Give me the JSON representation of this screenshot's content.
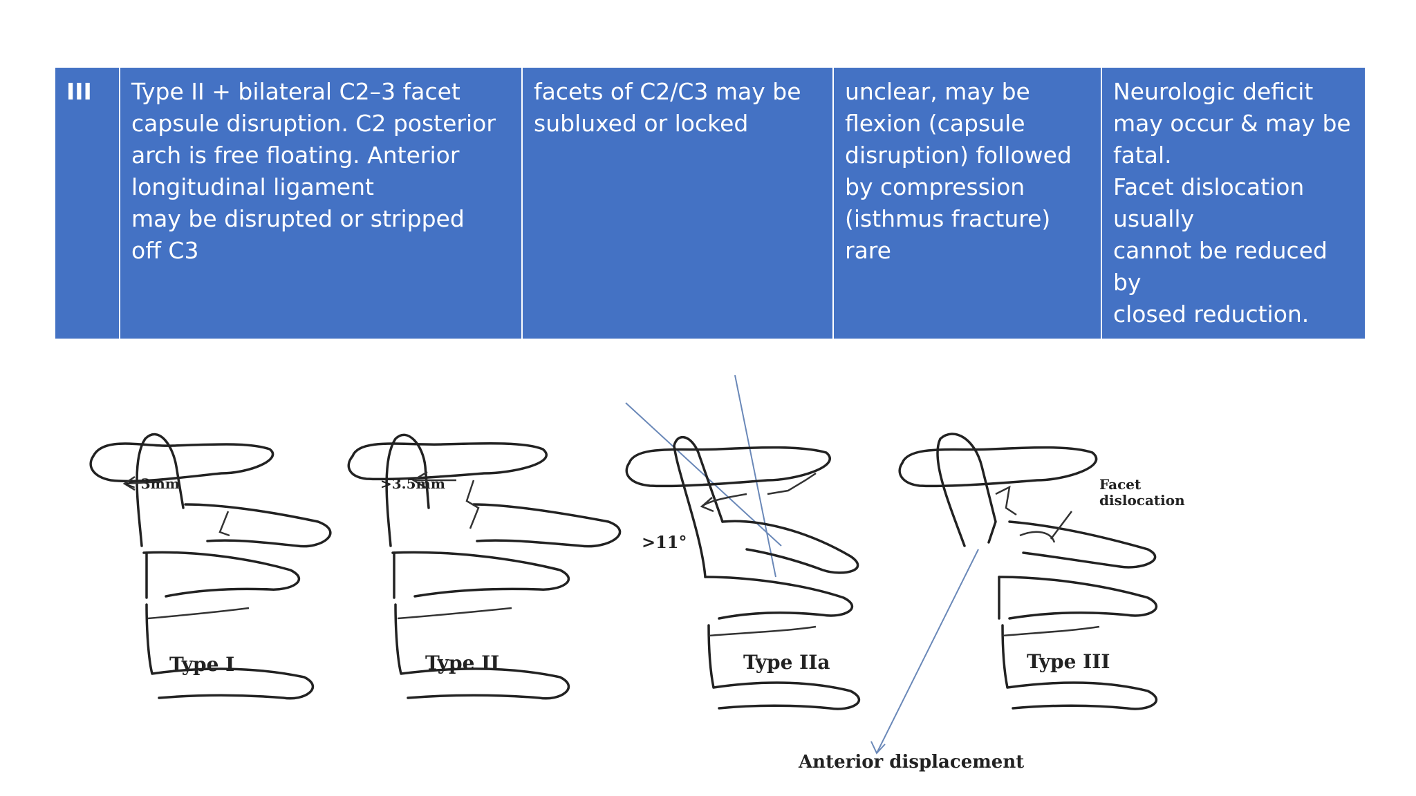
{
  "table": {
    "row": {
      "type": "III",
      "description": "Type II + bilateral C2–3 facet\ncapsule disruption. C2 posterior\narch is free floating. Anterior\nlongitudinal ligament\nmay be disrupted or stripped\noff C3",
      "findings": "facets of C2/C3 may be\nsubluxed or locked",
      "mechanism": "unclear, may be\nflexion (capsule\ndisruption) followed\nby compression\n(isthmus fracture)\nrare",
      "notes": " Neurologic deficit\nmay occur & may be\nfatal.\nFacet dislocation\nusually\ncannot be reduced by\nclosed reduction."
    }
  },
  "figure": {
    "labels": {
      "type1": "Type I",
      "type2": "Type II",
      "type2a": "Type IIa",
      "type3": "Type III",
      "measure1": "< 3mm",
      "measure2": ">3.5mm",
      "angle": ">11°",
      "facet_line1": "Facet",
      "facet_line2": "dislocation",
      "anterior": "Anterior displacement"
    },
    "colors": {
      "table_bg": "#4472c4",
      "annotation_line": "#6a88b8"
    }
  }
}
